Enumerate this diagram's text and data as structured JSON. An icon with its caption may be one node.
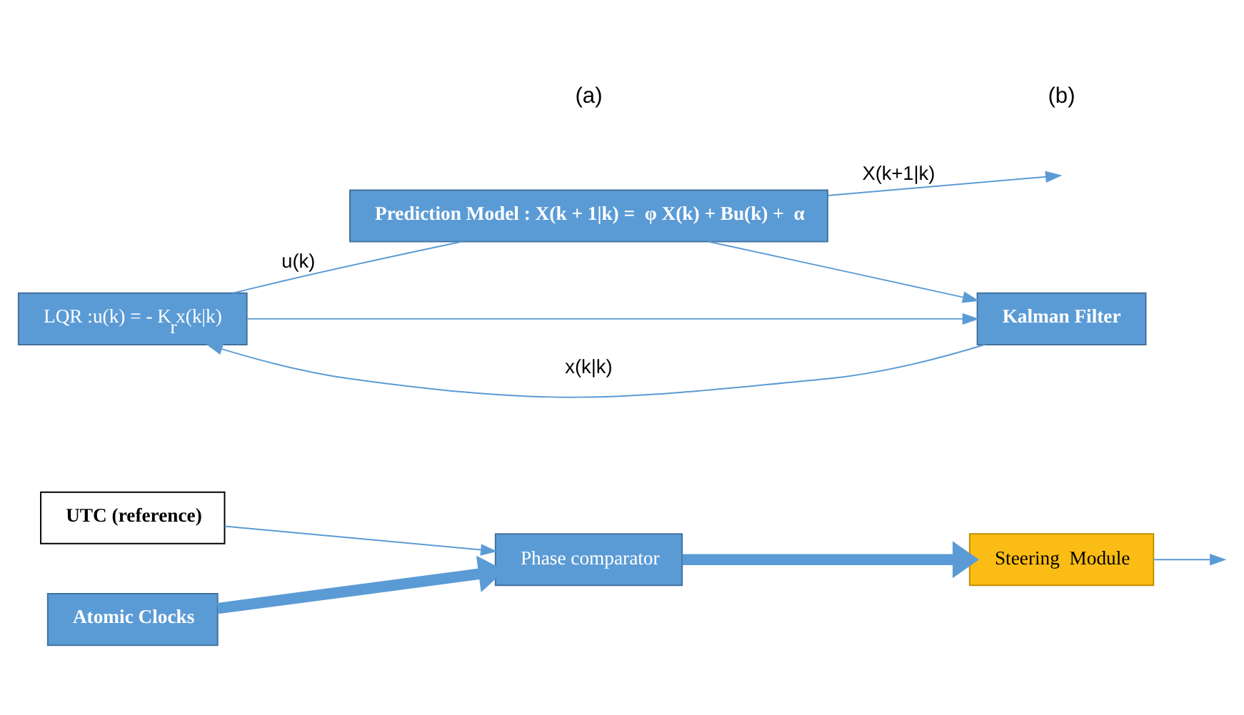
{
  "diagram": {
    "nodes": [
      {
        "text": [
          "UTC (reference)"
        ]
      },
      {
        "text": [
          "Atomic Clocks"
        ]
      },
      {
        "text": [
          "Phase comparator"
        ]
      },
      {
        "text": [
          "Steering  Module"
        ]
      },
      {
        "text": [
          "Prediction Model : X(k + 1|k) =  φ X(k) + Bu(k) +  α"
        ]
      },
      {
        "text": [
          "LQR :u(k) = - K$_{r}$x(k|k)"
        ]
      },
      {
        "text": [
          "Kalman Filter"
        ]
      }
    ],
    "edges": [
      {
        "from": 0,
        "to": 2,
        "arrow": "to"
      },
      {
        "from": 1,
        "to": 2,
        "arrow": "to",
        "style": "thick"
      },
      {
        "from": 2,
        "to": 3,
        "arrow": "to",
        "style": "thick"
      },
      {
        "from": 3,
        "to": null,
        "arrow": "to"
      },
      {
        "from": 4,
        "to": null,
        "arrow": "to",
        "label": "X(k+1|k)"
      },
      {
        "from": 4,
        "to": 6,
        "arrow": "to"
      },
      {
        "from": 6,
        "to": 5,
        "arrow": "to",
        "label": "x(k|k)"
      },
      {
        "from": 5,
        "to": 4,
        "arrow": "none",
        "label": "u(k)"
      },
      {
        "from": 5,
        "to": 6,
        "arrow": "to"
      }
    ],
    "labels": [
      "(a)",
      "(b)"
    ]
  }
}
